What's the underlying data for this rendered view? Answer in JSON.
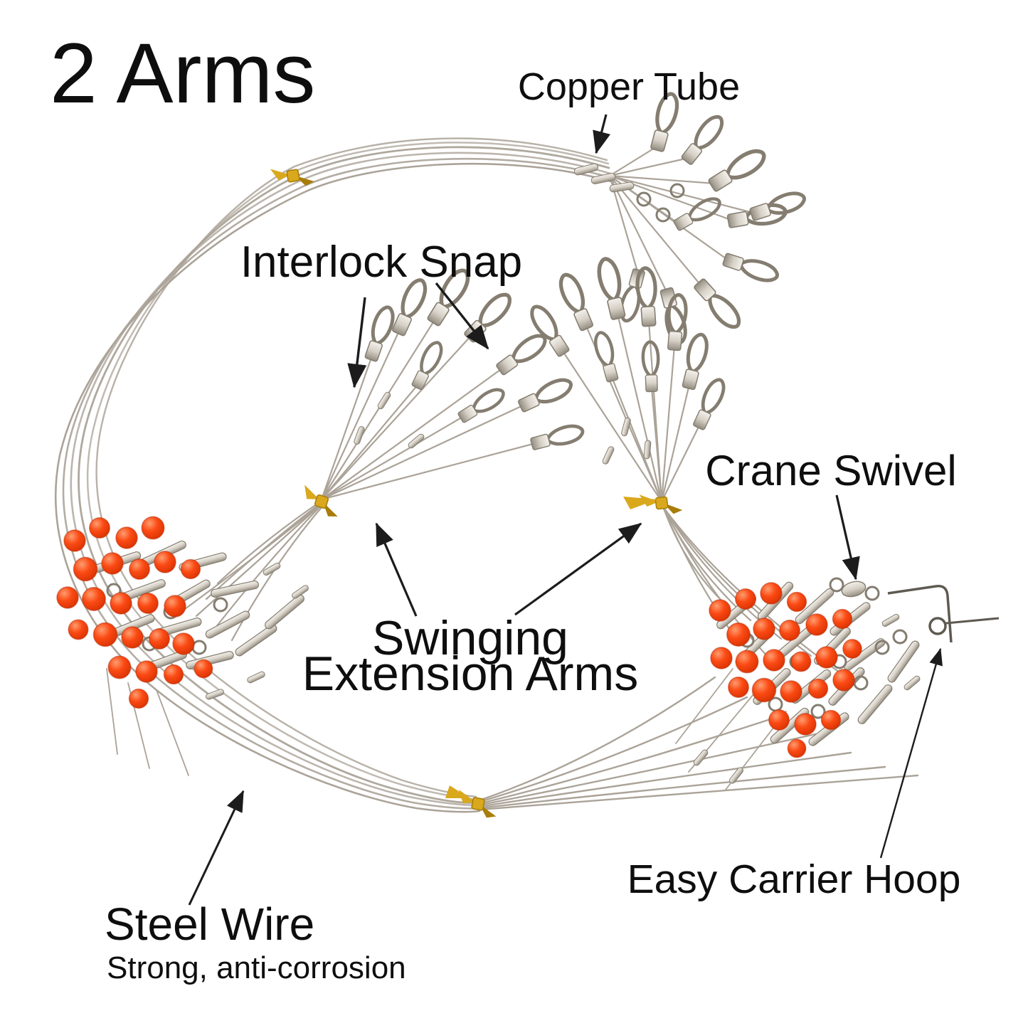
{
  "title": "2 Arms",
  "annotations": {
    "copper_tube": "Copper Tube",
    "interlock_snap": "Interlock Snap",
    "crane_swivel": "Crane Swivel",
    "swinging_line1": "Swinging",
    "swinging_line2": "Extension Arms",
    "easy_carrier_hoop": "Easy Carrier Hoop",
    "steel_wire": "Steel Wire",
    "steel_wire_sub": "Strong, anti-corrosion"
  },
  "colors": {
    "background": "#ffffff",
    "text": "#0e0e0e",
    "arrow": "#1c1c1c",
    "wire": "#aba398",
    "metal": "#c9c3b9",
    "metal_dark": "#847d70",
    "steel_dark": "#5f5a51",
    "bead": "#f8430f",
    "gold": "#d9a81c",
    "gold_dark": "#a87d08"
  }
}
